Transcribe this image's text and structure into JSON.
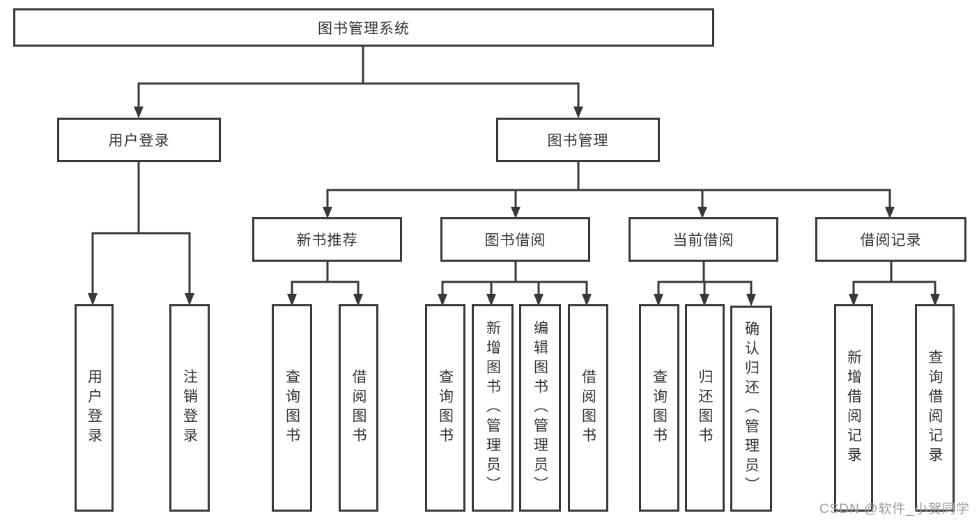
{
  "root": {
    "label": "图书管理系统"
  },
  "login_branch": {
    "label": "用户登录",
    "children": [
      {
        "label": "用户登录"
      },
      {
        "label": "注销登录"
      }
    ]
  },
  "mgmt_branch": {
    "label": "图书管理",
    "groups": [
      {
        "label": "新书推荐",
        "children": [
          {
            "label": "查询图书"
          },
          {
            "label": "借阅图书"
          }
        ]
      },
      {
        "label": "图书借阅",
        "children": [
          {
            "label": "查询图书"
          },
          {
            "label": "新增图书（管理员）"
          },
          {
            "label": "编辑图书（管理员）"
          },
          {
            "label": "借阅图书"
          }
        ]
      },
      {
        "label": "当前借阅",
        "children": [
          {
            "label": "查询图书"
          },
          {
            "label": "归还图书"
          },
          {
            "label": "确认归还（管理员）"
          }
        ]
      },
      {
        "label": "借阅记录",
        "children": [
          {
            "label": "新增借阅记录"
          },
          {
            "label": "查询借阅记录"
          }
        ]
      }
    ]
  },
  "watermark": "CSDN @软件_小贺同学",
  "colors": {
    "line": "#383838",
    "text": "#333333",
    "background": "#ffffff",
    "watermark": "#9e9e9e"
  }
}
